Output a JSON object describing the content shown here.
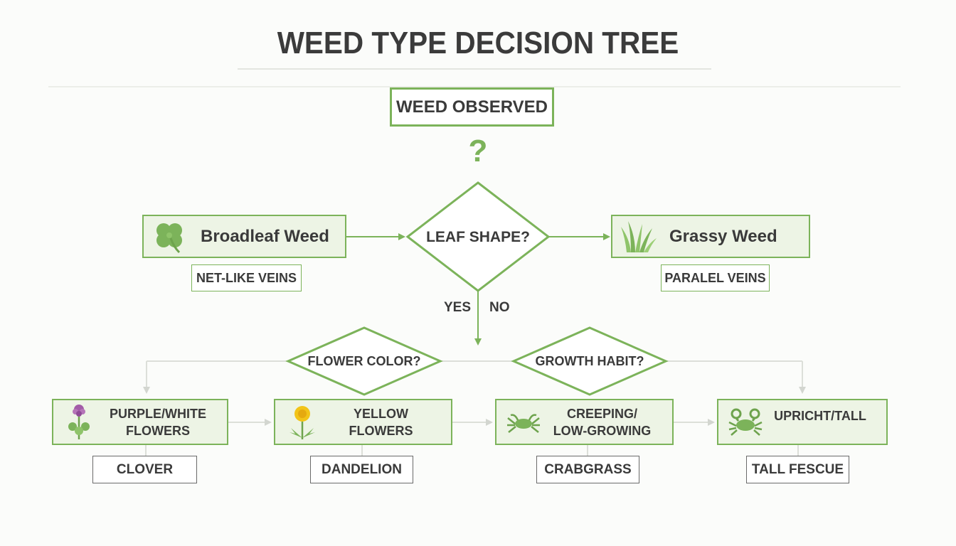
{
  "title": "WEED TYPE DECISION TREE",
  "start_node": "WEED OBSERVED",
  "question_mark": "?",
  "decision_main": "LEAF SHAPE?",
  "types": {
    "broadleaf": {
      "label": "Broadleaf Weed",
      "feature": "NET-LIKE VEINS",
      "icon": "clover-leaf-icon"
    },
    "grassy": {
      "label": "Grassy Weed",
      "feature": "PARALEL VEINS",
      "icon": "grass-blades-icon"
    }
  },
  "branch_labels": {
    "yes": "YES",
    "no": "NO"
  },
  "decisions": {
    "flower_color": "FLOWER COLOR?",
    "growth_habit": "GROWTH HABIT?"
  },
  "leaves": [
    {
      "line1": "PURPLE/WHITE",
      "line2": "FLOWERS",
      "result": "CLOVER",
      "icon": "clover-flower-icon"
    },
    {
      "line1": "YELLOW",
      "line2": "FLOWERS",
      "result": "DANDELION",
      "icon": "dandelion-icon"
    },
    {
      "line1": "CREEPING/",
      "line2": "LOW-GROWING",
      "result": "CRABGRASS",
      "icon": "crab-icon"
    },
    {
      "line1": "UPRICHT/TALL",
      "line2": "",
      "result": "TALL FESCUE",
      "icon": "crab-icon"
    }
  ],
  "colors": {
    "accent": "#7cb35a",
    "box_fill": "#edf4e5",
    "text": "#3a3a3a",
    "connector": "#d9dcd6"
  }
}
